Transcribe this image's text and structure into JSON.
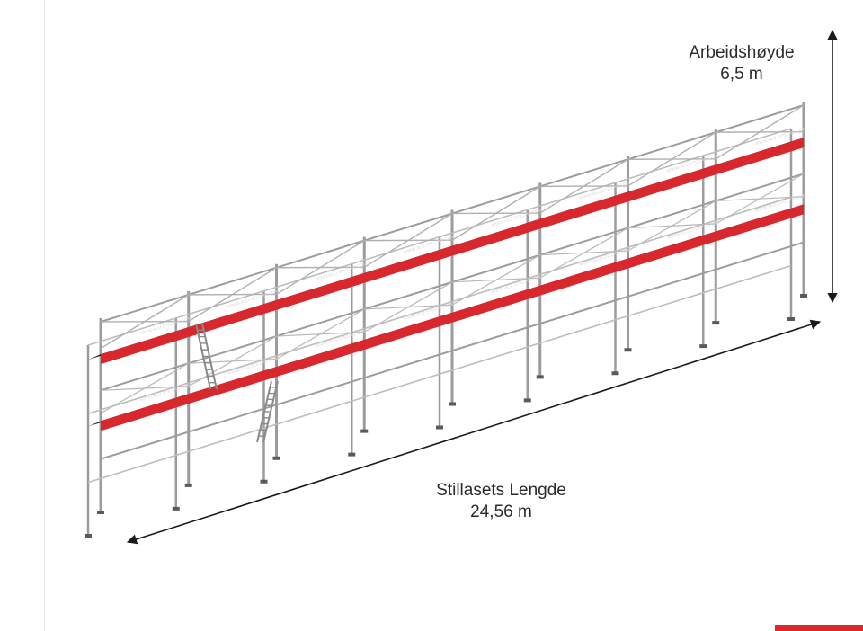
{
  "height_dimension": {
    "label": "Arbeidshøyde",
    "value": "6,5 m"
  },
  "length_dimension": {
    "label": "Stillasets Lengde",
    "value": "24,56 m"
  },
  "deck_text": "WWW.ALU.STILLAS.COM",
  "colors": {
    "frame": "#9c9c9c",
    "deck_red": "#d8282e",
    "deck_dark": "#1c1c1c",
    "arrow": "#1a1a1a",
    "accent_bar": "#e0262b"
  }
}
